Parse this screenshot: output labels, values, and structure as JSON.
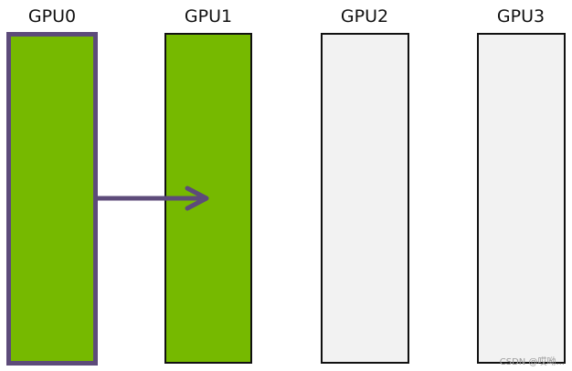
{
  "gpus": [
    {
      "label": "GPU0",
      "fill": "#76b900",
      "highlighted": true
    },
    {
      "label": "GPU1",
      "fill": "#76b900",
      "highlighted": false
    },
    {
      "label": "GPU2",
      "fill": "#f2f2f2",
      "highlighted": false
    },
    {
      "label": "GPU3",
      "fill": "#f2f2f2",
      "highlighted": false
    }
  ],
  "arrow": {
    "from": "GPU0",
    "to": "GPU1",
    "color": "#5d4b7a"
  },
  "colors": {
    "active": "#76b900",
    "inactive": "#f2f2f2",
    "highlight": "#5d4b7a",
    "border": "#111111"
  },
  "watermark": {
    "text": "CSDN @哎呦..."
  }
}
